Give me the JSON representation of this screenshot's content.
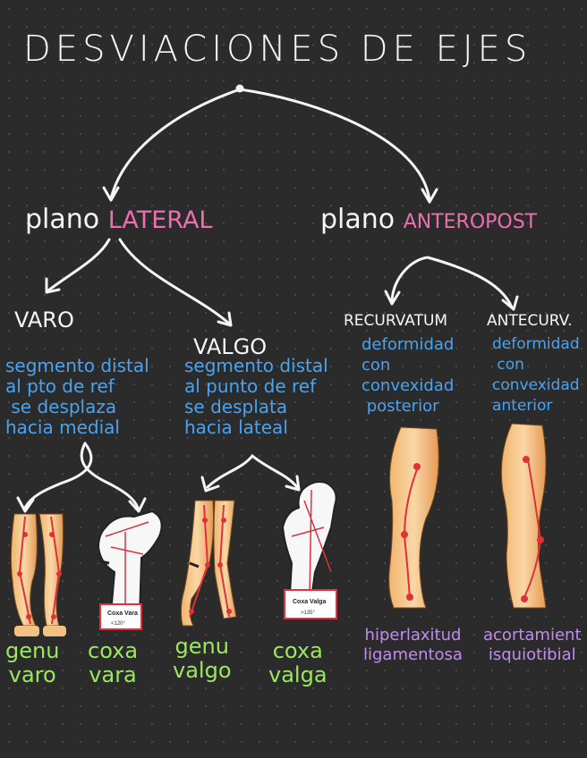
{
  "title": "DESVIACIONES DE EJES",
  "colors": {
    "background": "#2b2b2b",
    "white": "#f6f6f6",
    "pink": "#ee6fb0",
    "blue": "#4aa3f0",
    "green": "#9be85f",
    "lilac": "#c18cf0",
    "axis_red": "#e0303a"
  },
  "planes": {
    "lateral": {
      "prefix": "plano",
      "accent": "LATERAL"
    },
    "anteropost": {
      "prefix": "plano",
      "accent": "ANTEROPOST"
    }
  },
  "categories": {
    "varo": {
      "title": "VARO",
      "description": "segmento distal\nal pto de ref\n se desplaza\nhacia medial"
    },
    "valgo": {
      "title": "VALGO",
      "description": "segmento distal\nal punto de ref\nse desplata\nhacia lateal"
    },
    "recurvatum": {
      "title": "RECURVATUM",
      "description": "deformidad\ncon\nconvexidad\n posterior"
    },
    "antecurv": {
      "title": "ANTECURV.",
      "description": "deformidad\n con\nconvexidad\nanterior"
    }
  },
  "images": {
    "genu_varo": {
      "label": "genu\nvaro",
      "icon": "legs-varus-illustration"
    },
    "coxa_vara": {
      "label": "coxa\nvara",
      "icon": "femur-coxa-vara-illustration",
      "stamp_title": "Coxa Vara",
      "stamp_value": "<120°"
    },
    "genu_valgo": {
      "label": "genu\nvalgo",
      "icon": "legs-valgus-illustration"
    },
    "coxa_valga": {
      "label": "coxa\nvalga",
      "icon": "femur-coxa-valga-illustration",
      "stamp_title": "Coxa Valga",
      "stamp_value": ">135°"
    },
    "recurvatum_leg": {
      "label": "hiperlaxitud\nligamentosa",
      "icon": "leg-recurvatum-illustration"
    },
    "antecurv_leg": {
      "label": "acortamient\nisquiotibial",
      "icon": "leg-antecurvatum-illustration"
    }
  }
}
